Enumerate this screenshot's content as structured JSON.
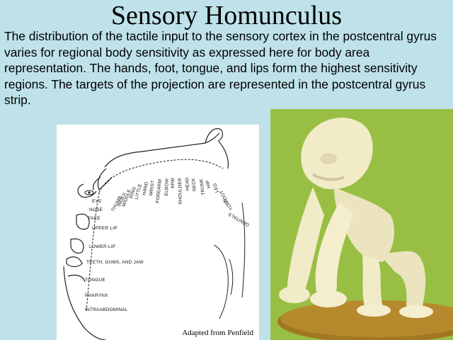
{
  "slide": {
    "title": "Sensory Homunculus",
    "paragraph": "The distribution of the tactile input to the sensory cortex  in the postcentral gyrus varies for regional body sensitivity as expressed here for body area representation.  The hands, foot, tongue, and lips form the highest sensitivity regions.  The targets of the projection are represented in the postcentral gyrus strip."
  },
  "diagram": {
    "credit": "Adapted from Penfield",
    "radial_labels": [
      "THUMB",
      "INDEX",
      "MIDDLE",
      "RING",
      "LITTLE",
      "HAND",
      "WRIST",
      "FOREARM",
      "ELBOW",
      "ARM",
      "SHOULDER",
      "HEAD",
      "NECK",
      "TRUNK",
      "HIP",
      "LEG",
      "FOOT",
      "TOES",
      "GENITALS"
    ],
    "side_labels": [
      "EYE",
      "NOSE",
      "FACE",
      "UPPER LIP",
      "LOWER LIP",
      "TEETH, GUMS, AND JAW",
      "TONGUE",
      "PHARYNX",
      "INTRAABDOMINAL"
    ]
  },
  "colors": {
    "background": "#bfe2ea",
    "photo_background": "#8fb93c",
    "model_color": "#f1ebc7",
    "base_color": "#a07722"
  }
}
